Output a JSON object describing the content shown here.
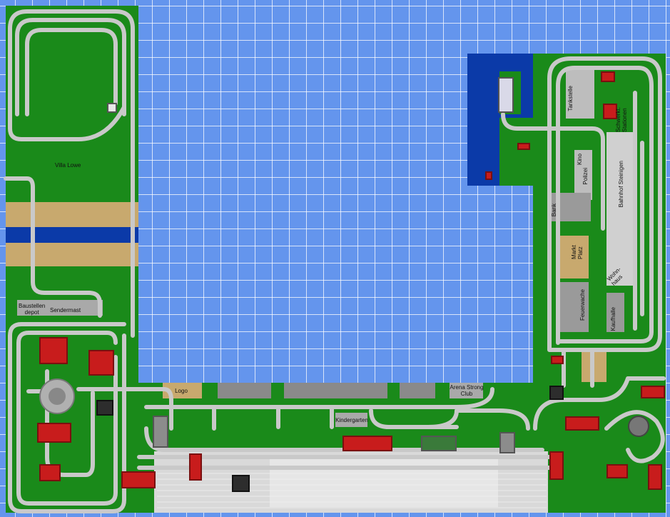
{
  "map": {
    "background_color": "#6495ED",
    "grass_color": "#1a8a1a",
    "water_color": "#0b3aa8",
    "labels": {
      "villa": "Villa Lowe",
      "baustellen": "Baustellen\ndepot",
      "sendemast": "Sendermast",
      "logo": "Logo",
      "kindergarten": "Kindergarten",
      "arena": "Arena Strong\nClub",
      "tankstelle": "Tankstelle",
      "schwerkt": "Schwerkt.\nStationen",
      "kino": "Kino",
      "polizei": "Polizei",
      "bahnhof": "Bahnhof Steinigen",
      "bank": "Bank",
      "markt": "Markt\nPlatz",
      "wohnhaus": "Wohn-\nhaus",
      "feuerwache": "Feuerwache",
      "kaufhalle": "Kaufhalle"
    }
  }
}
